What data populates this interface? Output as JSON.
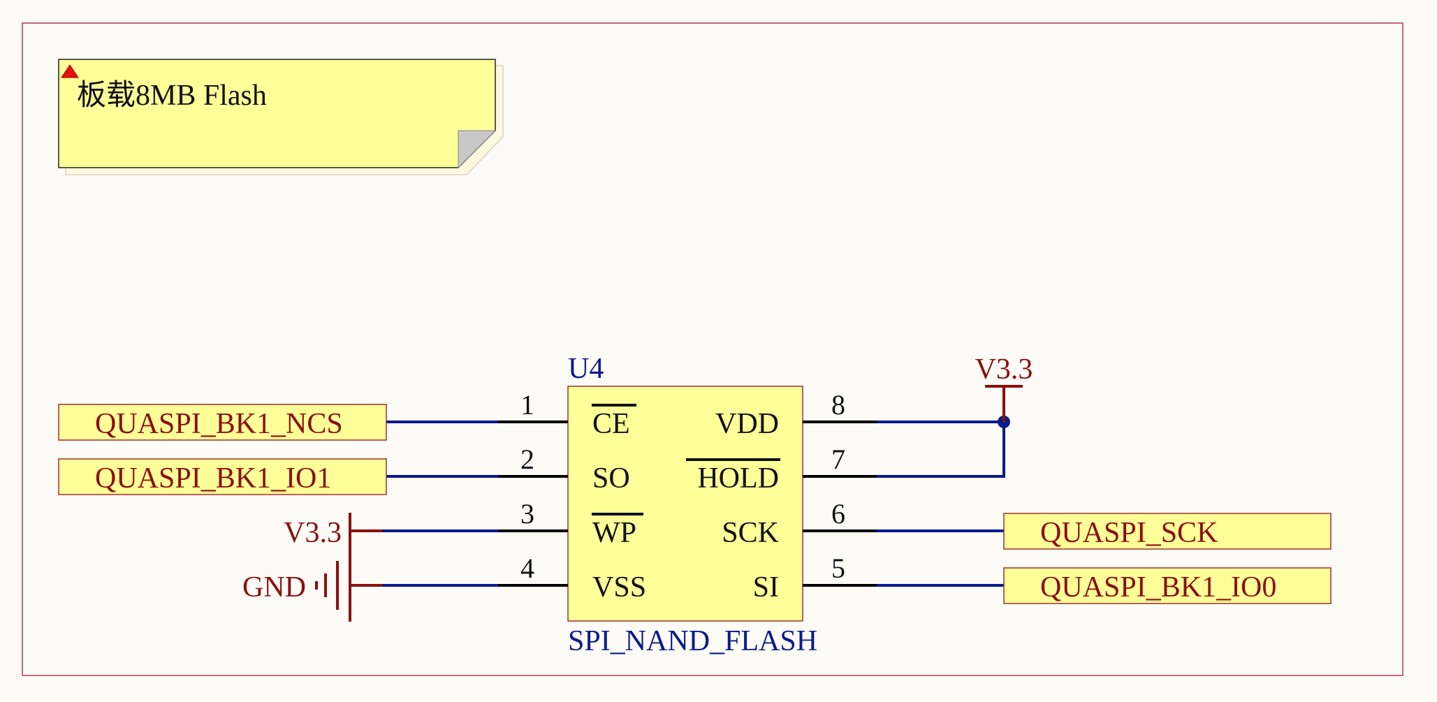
{
  "note": {
    "text": "板载8MB Flash",
    "colors": {
      "fill": "#ffff99",
      "border": "#222222",
      "fold": "#c8c8c8",
      "marker": "#e8120c"
    }
  },
  "component": {
    "designator": "U4",
    "part": "SPI_NAND_FLASH",
    "left_pins": [
      {
        "num": "1",
        "name": "CE",
        "overline": true
      },
      {
        "num": "2",
        "name": "SO",
        "overline": false
      },
      {
        "num": "3",
        "name": "WP",
        "overline": true
      },
      {
        "num": "4",
        "name": "VSS",
        "overline": false
      }
    ],
    "right_pins": [
      {
        "num": "8",
        "name": "VDD",
        "overline": false
      },
      {
        "num": "7",
        "name": "HOLD",
        "overline": true
      },
      {
        "num": "6",
        "name": "SCK",
        "overline": false
      },
      {
        "num": "5",
        "name": "SI",
        "overline": false
      }
    ]
  },
  "net_ports": {
    "ncs": "QUASPI_BK1_NCS",
    "io1": "QUASPI_BK1_IO1",
    "sck": "QUASPI_SCK",
    "io0": "QUASPI_BK1_IO0"
  },
  "power": {
    "vcc_top": "V3.3",
    "vcc_left": "V3.3",
    "gnd": "GND"
  },
  "colors": {
    "background": "#fdfbf6",
    "sheet_border": "#b23a48",
    "wire": "#0a1a8c",
    "pin": "#000000",
    "power": "#8b1010",
    "component_fill": "#ffff99",
    "component_border": "#a0302a",
    "port_fill": "#ffff99",
    "port_text": "#8b1010",
    "designator_text": "#0a1a8c"
  }
}
